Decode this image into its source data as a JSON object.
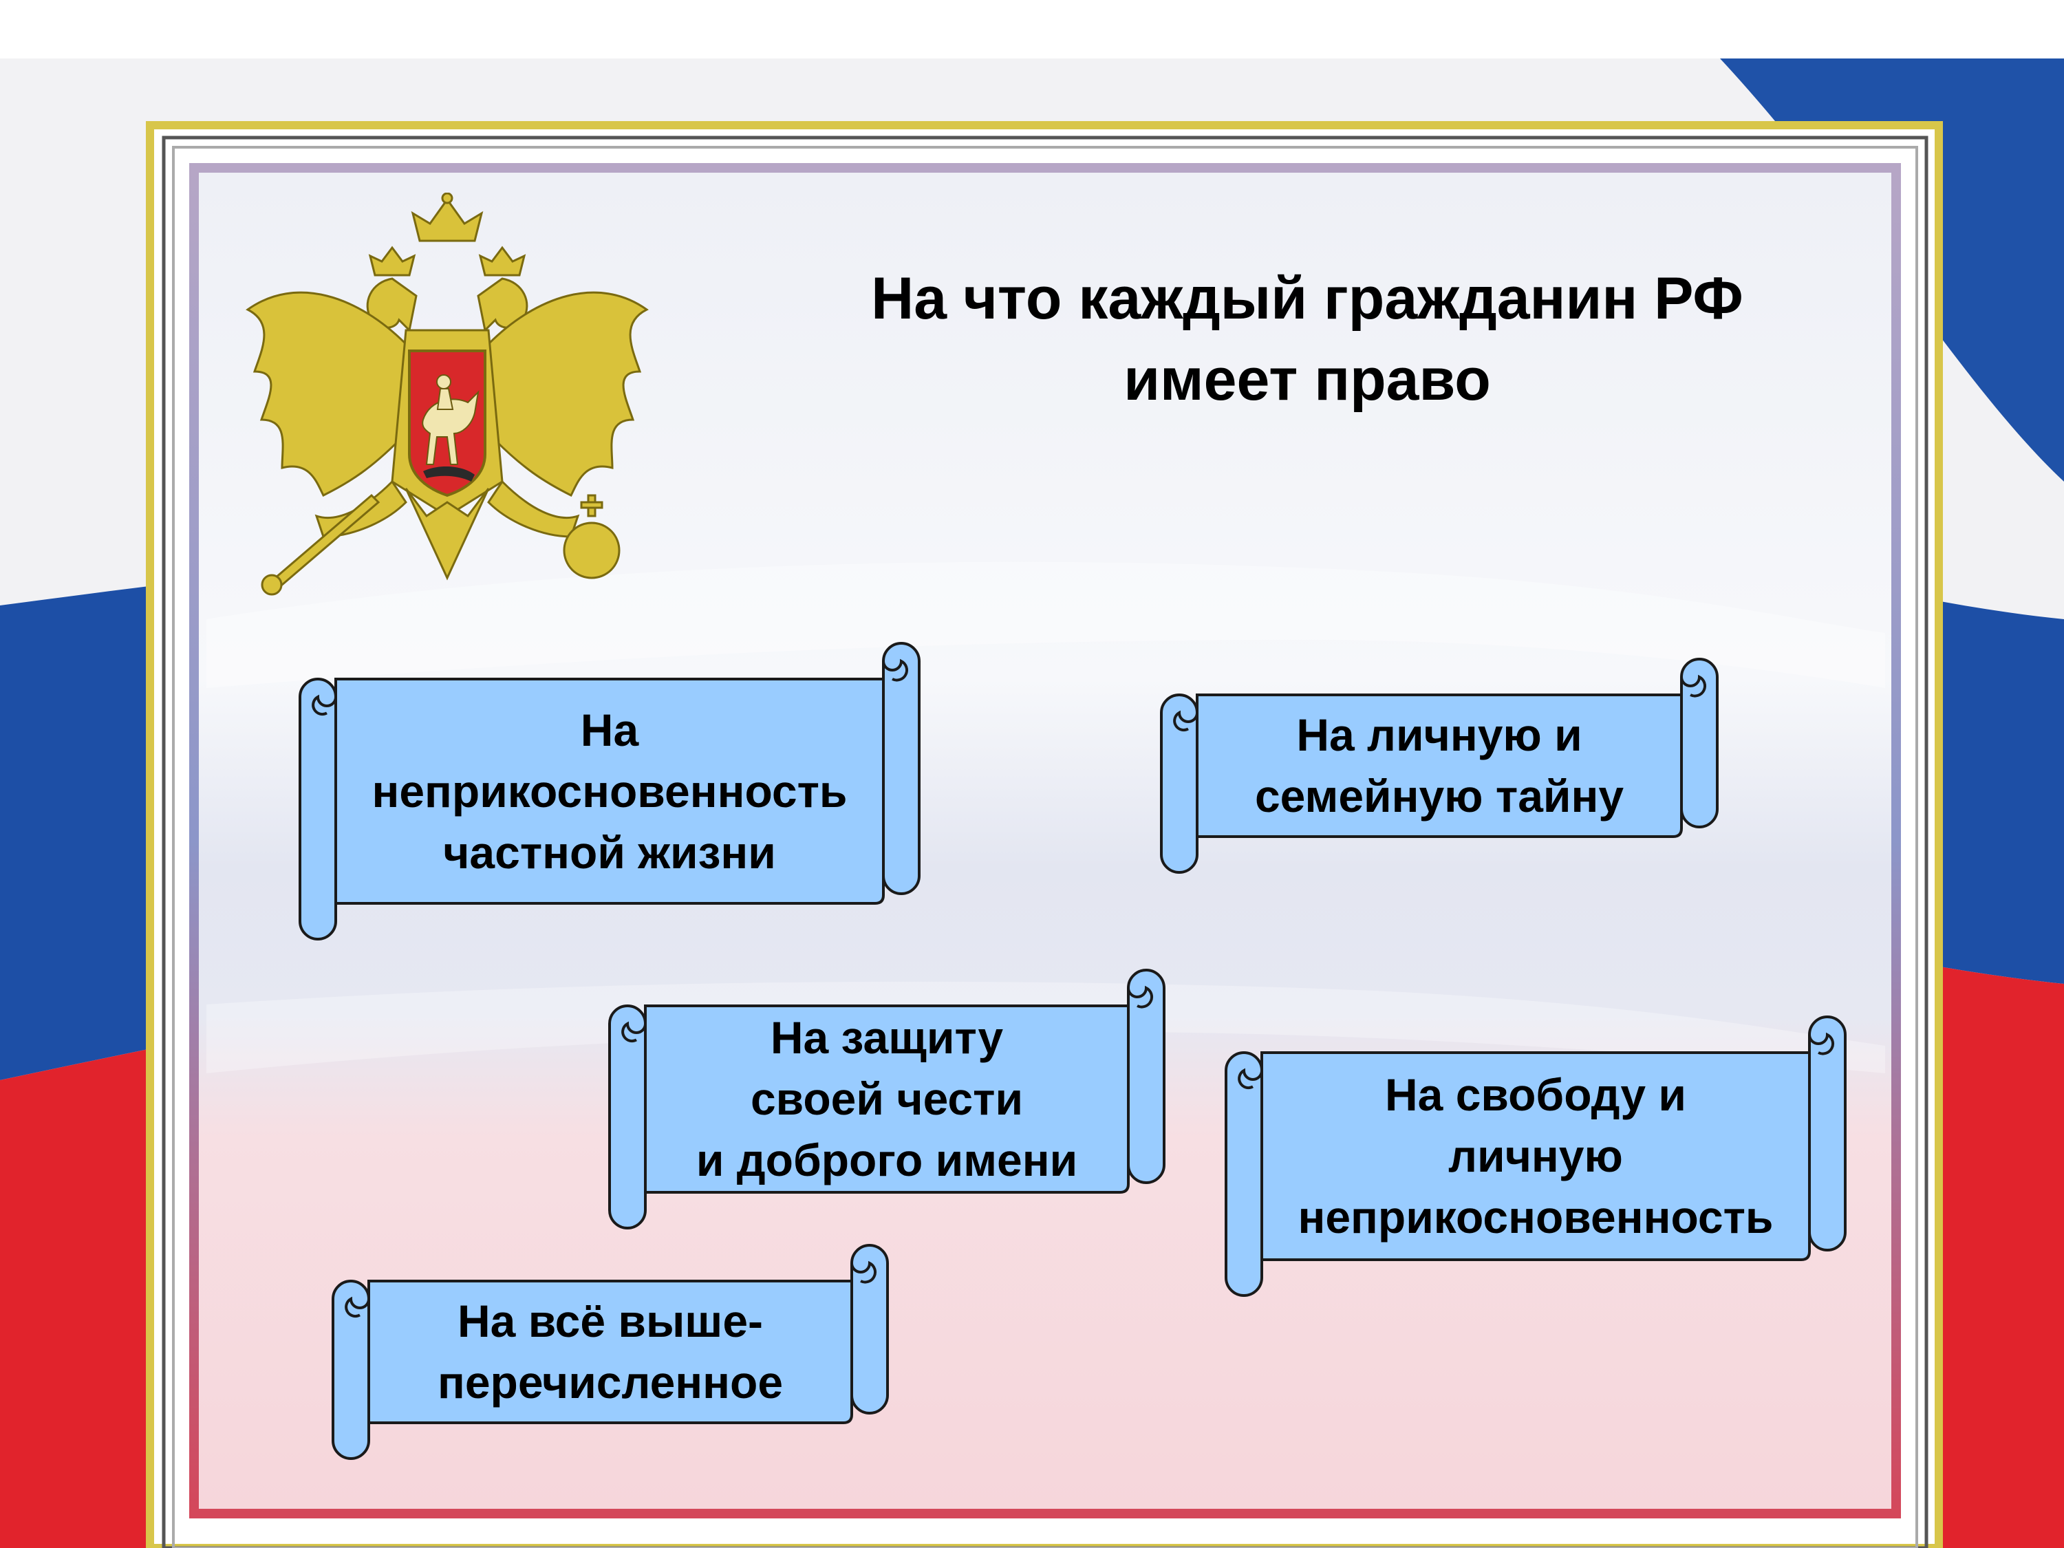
{
  "slide": {
    "title": "На что каждый гражданин РФ\nимеет право",
    "rights": [
      {
        "id": "privacy",
        "text": "На\nнеприкосновенность\nчастной жизни"
      },
      {
        "id": "family-secret",
        "text": "На личную и\nсемейную тайну"
      },
      {
        "id": "honor",
        "text": "На защиту\nсвоей чести\nи доброго имени"
      },
      {
        "id": "freedom",
        "text": "На свободу и\nличную\nнеприкосновенность"
      },
      {
        "id": "all",
        "text": "На всё выше-\nперечисленное"
      }
    ]
  },
  "colors": {
    "scroll_fill": "#99CCFF",
    "scroll_stroke": "#1a1a1a",
    "flag_white": "#F4F4F6",
    "flag_blue": "#1B4FA8",
    "flag_red": "#E0232C",
    "frame_gold": "#D8C64A",
    "emblem_gold": "#D9C23A",
    "emblem_shield_red": "#D8282A"
  },
  "icons": {
    "emblem": "russian-double-headed-eagle-emblem"
  }
}
